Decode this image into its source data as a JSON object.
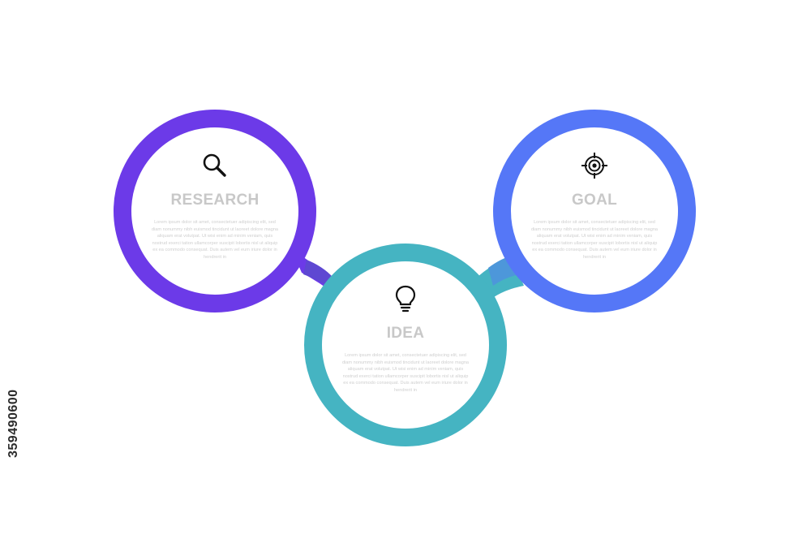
{
  "colors": {
    "research": "#6C3AE8",
    "idea": "#45B4C2",
    "goal": "#5577F7",
    "title_text": "#c8c8c8",
    "body_text": "#cfcfcf"
  },
  "nodes": [
    {
      "id": "research",
      "title": "RESEARCH",
      "icon": "search-icon",
      "body": "Lorem ipsum dolor sit amet, consectetuer adipiscing elit, sed diam nonummy nibh euismod tincidunt ut laoreet dolore magna aliquam erat volutpat. Ut wisi enim ad minim veniam, quis nostrud exerci tation ullamcorper suscipit lobortis nisl ut aliquip ex ea commodo consequat. Duis autem vel eum iriure dolor in hendrerit in"
    },
    {
      "id": "idea",
      "title": "IDEA",
      "icon": "lightbulb-icon",
      "body": "Lorem ipsum dolor sit amet, consectetuer adipiscing elit, sed diam nonummy nibh euismod tincidunt ut laoreet dolore magna aliquam erat volutpat. Ut wisi enim ad minim veniam, quis nostrud exerci tation ullamcorper suscipit lobortis nisl ut aliquip ex ea commodo consequat. Duis autem vel eum iriure dolor in hendrerit in"
    },
    {
      "id": "goal",
      "title": "GOAL",
      "icon": "target-icon",
      "body": "Lorem ipsum dolor sit amet, consectetuer adipiscing elit, sed diam nonummy nibh euismod tincidunt ut laoreet dolore magna aliquam erat volutpat. Ut wisi enim ad minim veniam, quis nostrud exerci tation ullamcorper suscipit lobortis nisl ut aliquip ex ea commodo consequat. Duis autem vel eum iriure dolor in hendrerit in"
    }
  ],
  "watermark_id": "359490600"
}
